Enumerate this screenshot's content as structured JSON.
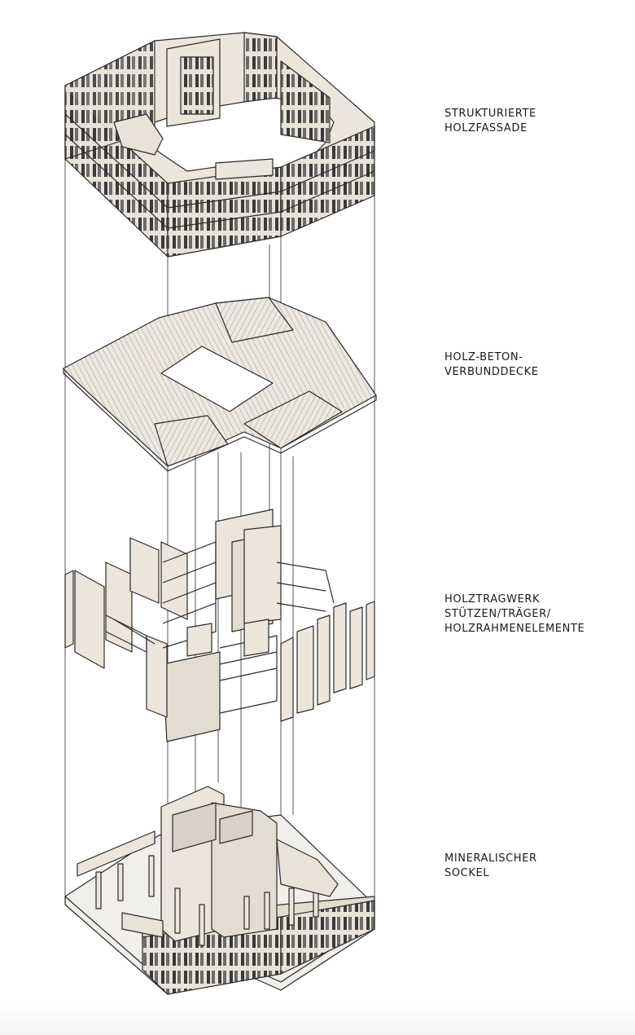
{
  "layers": [
    {
      "id": "facade",
      "lines": [
        "STRUKTURIERTE",
        "HOLZFASSADE"
      ]
    },
    {
      "id": "slab",
      "lines": [
        "HOLZ-BETON-",
        "VERBUNDDECKE"
      ]
    },
    {
      "id": "frame",
      "lines": [
        "HOLZTRAGWERK",
        "STÜTZEN/TRÄGER/",
        "HOLZRAHMENELEMENTE"
      ]
    },
    {
      "id": "base",
      "lines": [
        "MINERALISCHER",
        "SOCKEL"
      ]
    }
  ],
  "colors": {
    "line": "#2a2a2a",
    "fill": "#ebe5dc",
    "fill_dark": "#d9d1c6",
    "window": "#3a3a3a",
    "ground": "#f1efec"
  }
}
